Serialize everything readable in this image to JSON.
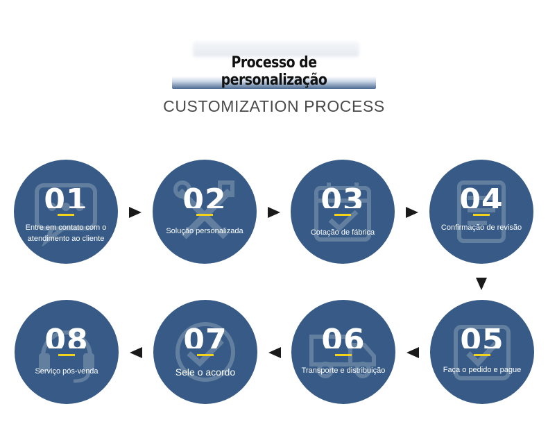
{
  "header": {
    "title": "Processo de personalização",
    "subtitle": "CUSTOMIZATION PROCESS"
  },
  "colors": {
    "circle": "#375b86",
    "accent_bar": "#f2d21b",
    "arrow": "#1a1a1a"
  },
  "steps": [
    {
      "number": "01",
      "label": "Entre em contato com o atendimento ao cliente",
      "icon": "chat-icon"
    },
    {
      "number": "02",
      "label": "Solução personalizada",
      "icon": "tools-icon"
    },
    {
      "number": "03",
      "label": "Cotação de fábrica",
      "icon": "calendar-check-icon"
    },
    {
      "number": "04",
      "label": "Confirmação de revisão",
      "icon": "document-icon"
    },
    {
      "number": "05",
      "label": "Faça o pedido e pague",
      "icon": "order-check-icon"
    },
    {
      "number": "06",
      "label": "Transporte e distribuição",
      "icon": "truck-icon"
    },
    {
      "number": "07",
      "label": "Sele o acordo",
      "icon": "agreement-icon"
    },
    {
      "number": "08",
      "label": "Serviço pós-venda",
      "icon": "headset-icon"
    }
  ]
}
